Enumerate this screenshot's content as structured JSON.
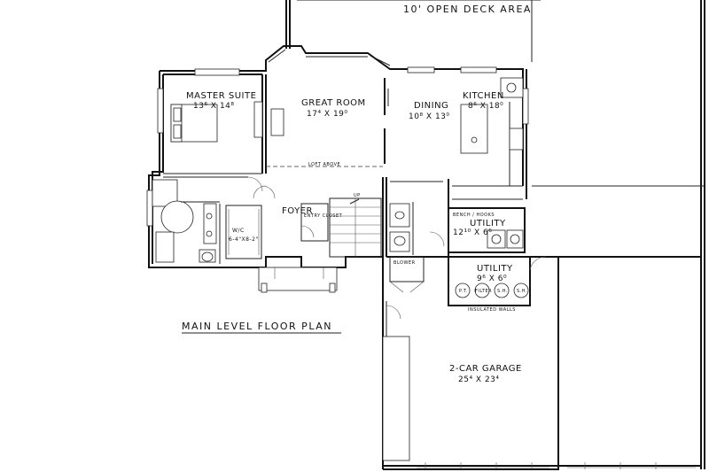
{
  "plan": {
    "title": "MAIN LEVEL FLOOR PLAN",
    "deck_label": "10' OPEN DECK AREA",
    "loft_label": "LOFT ABOVE",
    "up_label": "UP",
    "rooms": {
      "master_suite": {
        "name": "MASTER SUITE",
        "dims": "13⁶ X 14⁸"
      },
      "great_room": {
        "name": "GREAT ROOM",
        "dims": "17⁴ X 19⁰"
      },
      "dining": {
        "name": "DINING",
        "dims": "10⁸ X 13⁰"
      },
      "kitchen": {
        "name": "KITCHEN",
        "dims": "8⁶ X 18⁰"
      },
      "foyer": {
        "name": "FOYER"
      },
      "utility_1": {
        "name": "UTILITY",
        "dims": "12¹⁰ X 6⁶",
        "note": "BENCH / HOOKS"
      },
      "utility_2": {
        "name": "UTILITY",
        "dims": "9⁶ X 6⁰",
        "note": "INSULATED WALLS",
        "equipment": [
          "P.T.",
          "FILTER",
          "S.H.",
          "S.H."
        ]
      },
      "garage": {
        "name": "2-CAR GARAGE",
        "dims": "25⁴ X 23⁴"
      },
      "walk_in_closet": {
        "name": "W/C",
        "dims": "6-4\"X8-2\""
      },
      "entry_closet": {
        "name": "ENTRY CLOSET"
      },
      "blower": {
        "name": "BLOWER"
      }
    }
  }
}
